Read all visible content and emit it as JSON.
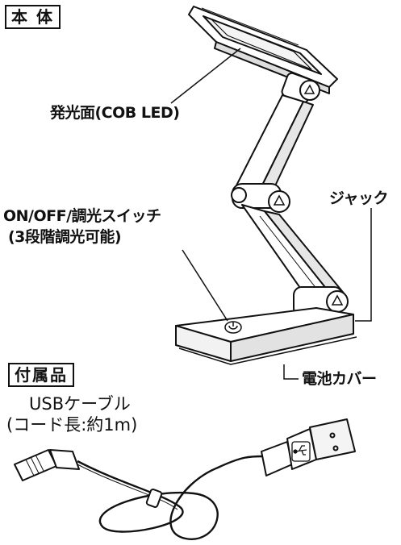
{
  "sections": {
    "body_title": "本 体",
    "accessories_title": "付属品"
  },
  "labels": {
    "light_surface": "発光面(COB LED)",
    "switch_line1": "ON/OFF/調光スイッチ",
    "switch_line2": "(3段階調光可能)",
    "jack": "ジャック",
    "battery_cover": "電池カバー"
  },
  "accessory": {
    "cable_line1": "USBケーブル",
    "cable_line2": "(コード長:約1m)"
  }
}
